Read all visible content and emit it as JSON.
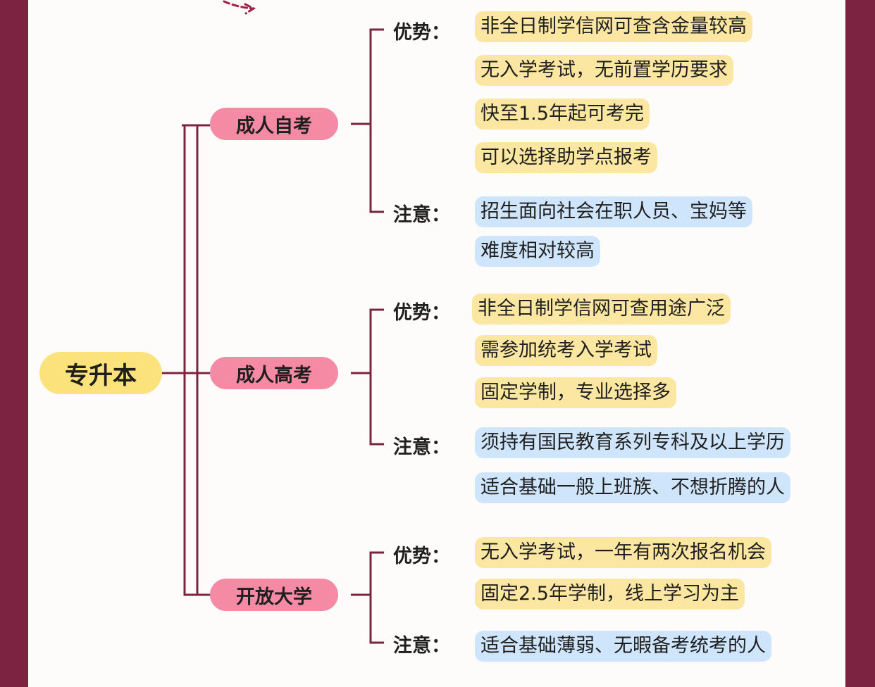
{
  "root": {
    "label": "专升本"
  },
  "branches": [
    {
      "label": "成人自考",
      "advantage": {
        "label": "优势：",
        "items": [
          "非全日制学信网可查含金量较高",
          "无入学考试，无前置学历要求",
          "快至1.5年起可考完",
          "可以选择助学点报考"
        ]
      },
      "note": {
        "label": "注意：",
        "items": [
          "招生面向社会在职人员、宝妈等",
          "难度相对较高"
        ]
      }
    },
    {
      "label": "成人高考",
      "advantage": {
        "label": "优势：",
        "items": [
          "非全日制学信网可查用途广泛",
          "需参加统考入学考试",
          "固定学制，专业选择多"
        ]
      },
      "note": {
        "label": "注意：",
        "items": [
          "须持有国民教育系列专科及以上学历",
          "适合基础一般上班族、不想折腾的人"
        ]
      }
    },
    {
      "label": "开放大学",
      "advantage": {
        "label": "优势：",
        "items": [
          "无入学考试，一年有两次报名机会",
          "固定2.5年学制，线上学习为主"
        ]
      },
      "note": {
        "label": "注意：",
        "items": [
          "适合基础薄弱、无暇备考统考的人"
        ]
      }
    }
  ],
  "colors": {
    "frame": "#7b2340",
    "line": "#7b2340",
    "root_fill": "#fbe27a",
    "branch_fill": "#f48aa3",
    "advantage_highlight": "#fbe7a2",
    "note_highlight": "#cfe5fb"
  }
}
